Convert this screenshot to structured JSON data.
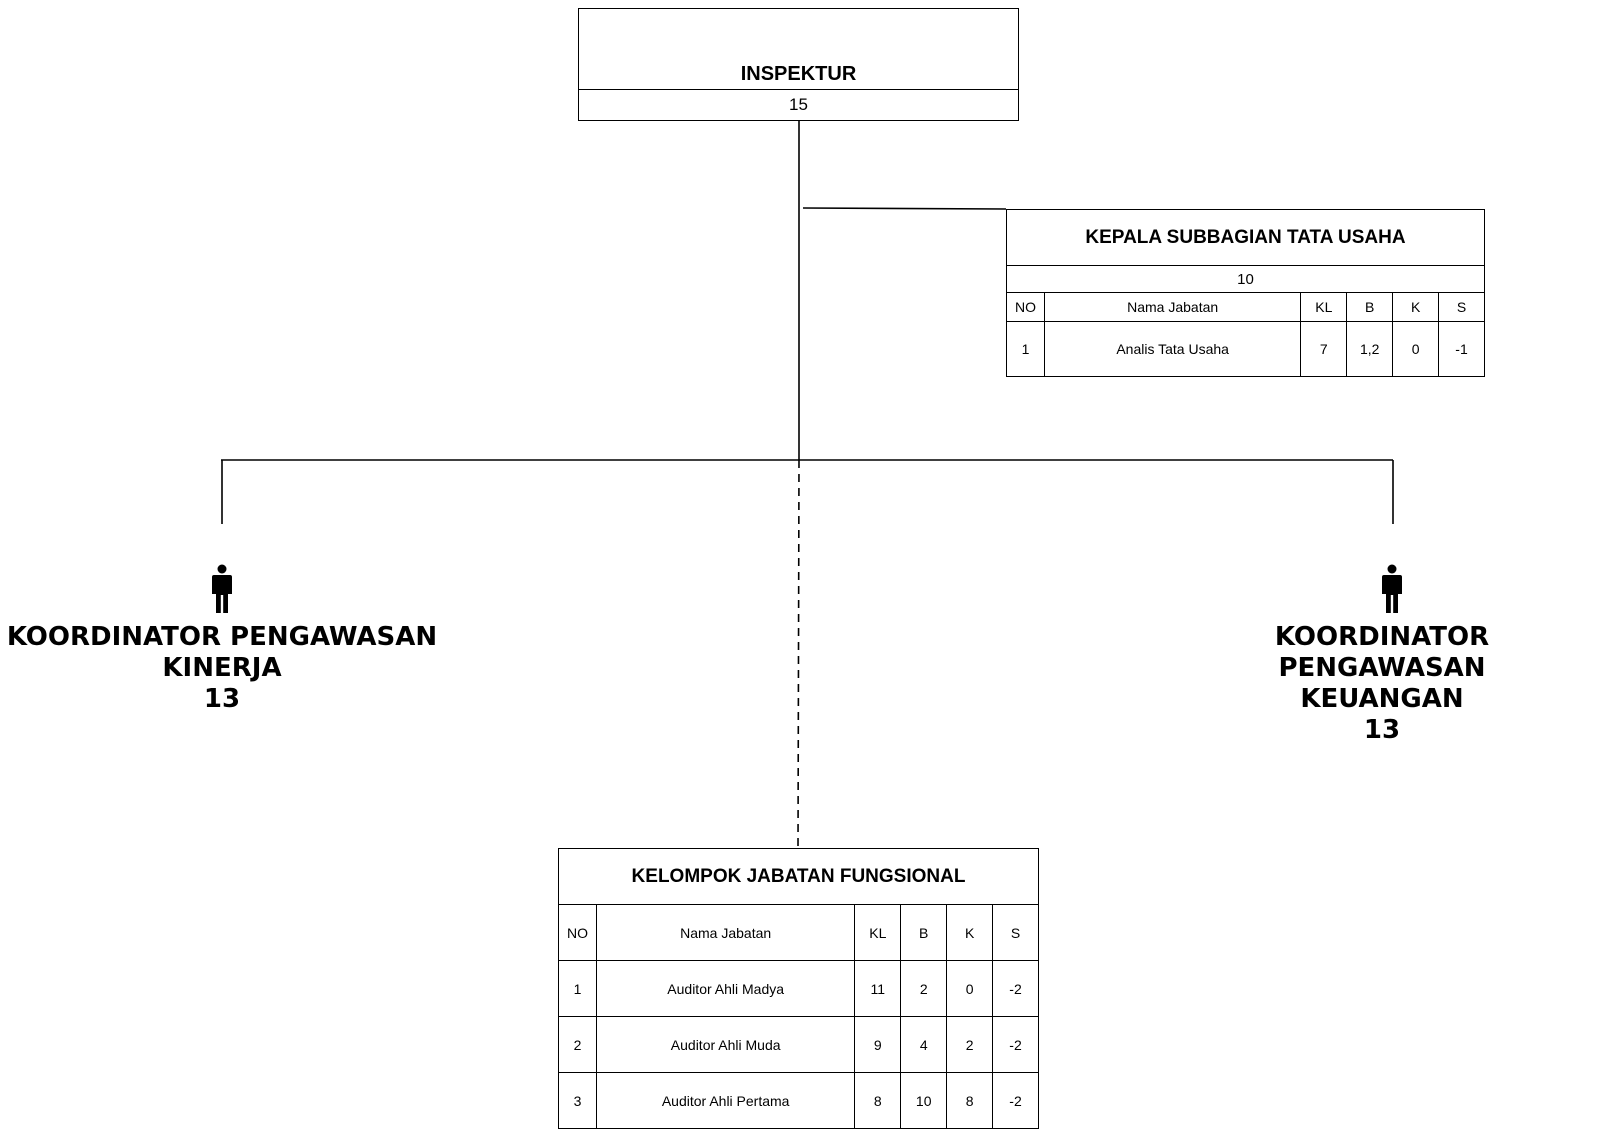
{
  "inspektur": {
    "title": "INSPEKTUR",
    "number": "15"
  },
  "kasubbag": {
    "title": "KEPALA SUBBAGIAN TATA USAHA",
    "number": "10",
    "headers": [
      "NO",
      "Nama Jabatan",
      "KL",
      "B",
      "K",
      "S"
    ],
    "rows": [
      {
        "no": "1",
        "nama": "Analis Tata Usaha",
        "kl": "7",
        "b": "1,2",
        "k": "0",
        "s": "-1"
      }
    ]
  },
  "koordinator_kinerja": {
    "line1": "KOORDINATOR PENGAWASAN",
    "line2": "KINERJA",
    "number": "13",
    "icon": "person-icon"
  },
  "koordinator_keuangan": {
    "line1": "KOORDINATOR PENGAWASAN",
    "line2": "KEUANGAN",
    "number": "13",
    "icon": "person-icon"
  },
  "kjf": {
    "title": "KELOMPOK JABATAN FUNGSIONAL",
    "headers": [
      "NO",
      "Nama Jabatan",
      "KL",
      "B",
      "K",
      "S"
    ],
    "rows": [
      {
        "no": "1",
        "nama": "Auditor Ahli Madya",
        "kl": "11",
        "b": "2",
        "k": "0",
        "s": "-2"
      },
      {
        "no": "2",
        "nama": "Auditor Ahli Muda",
        "kl": "9",
        "b": "4",
        "k": "2",
        "s": "-2"
      },
      {
        "no": "3",
        "nama": "Auditor Ahli Pertama",
        "kl": "8",
        "b": "10",
        "k": "8",
        "s": "-2"
      }
    ]
  }
}
